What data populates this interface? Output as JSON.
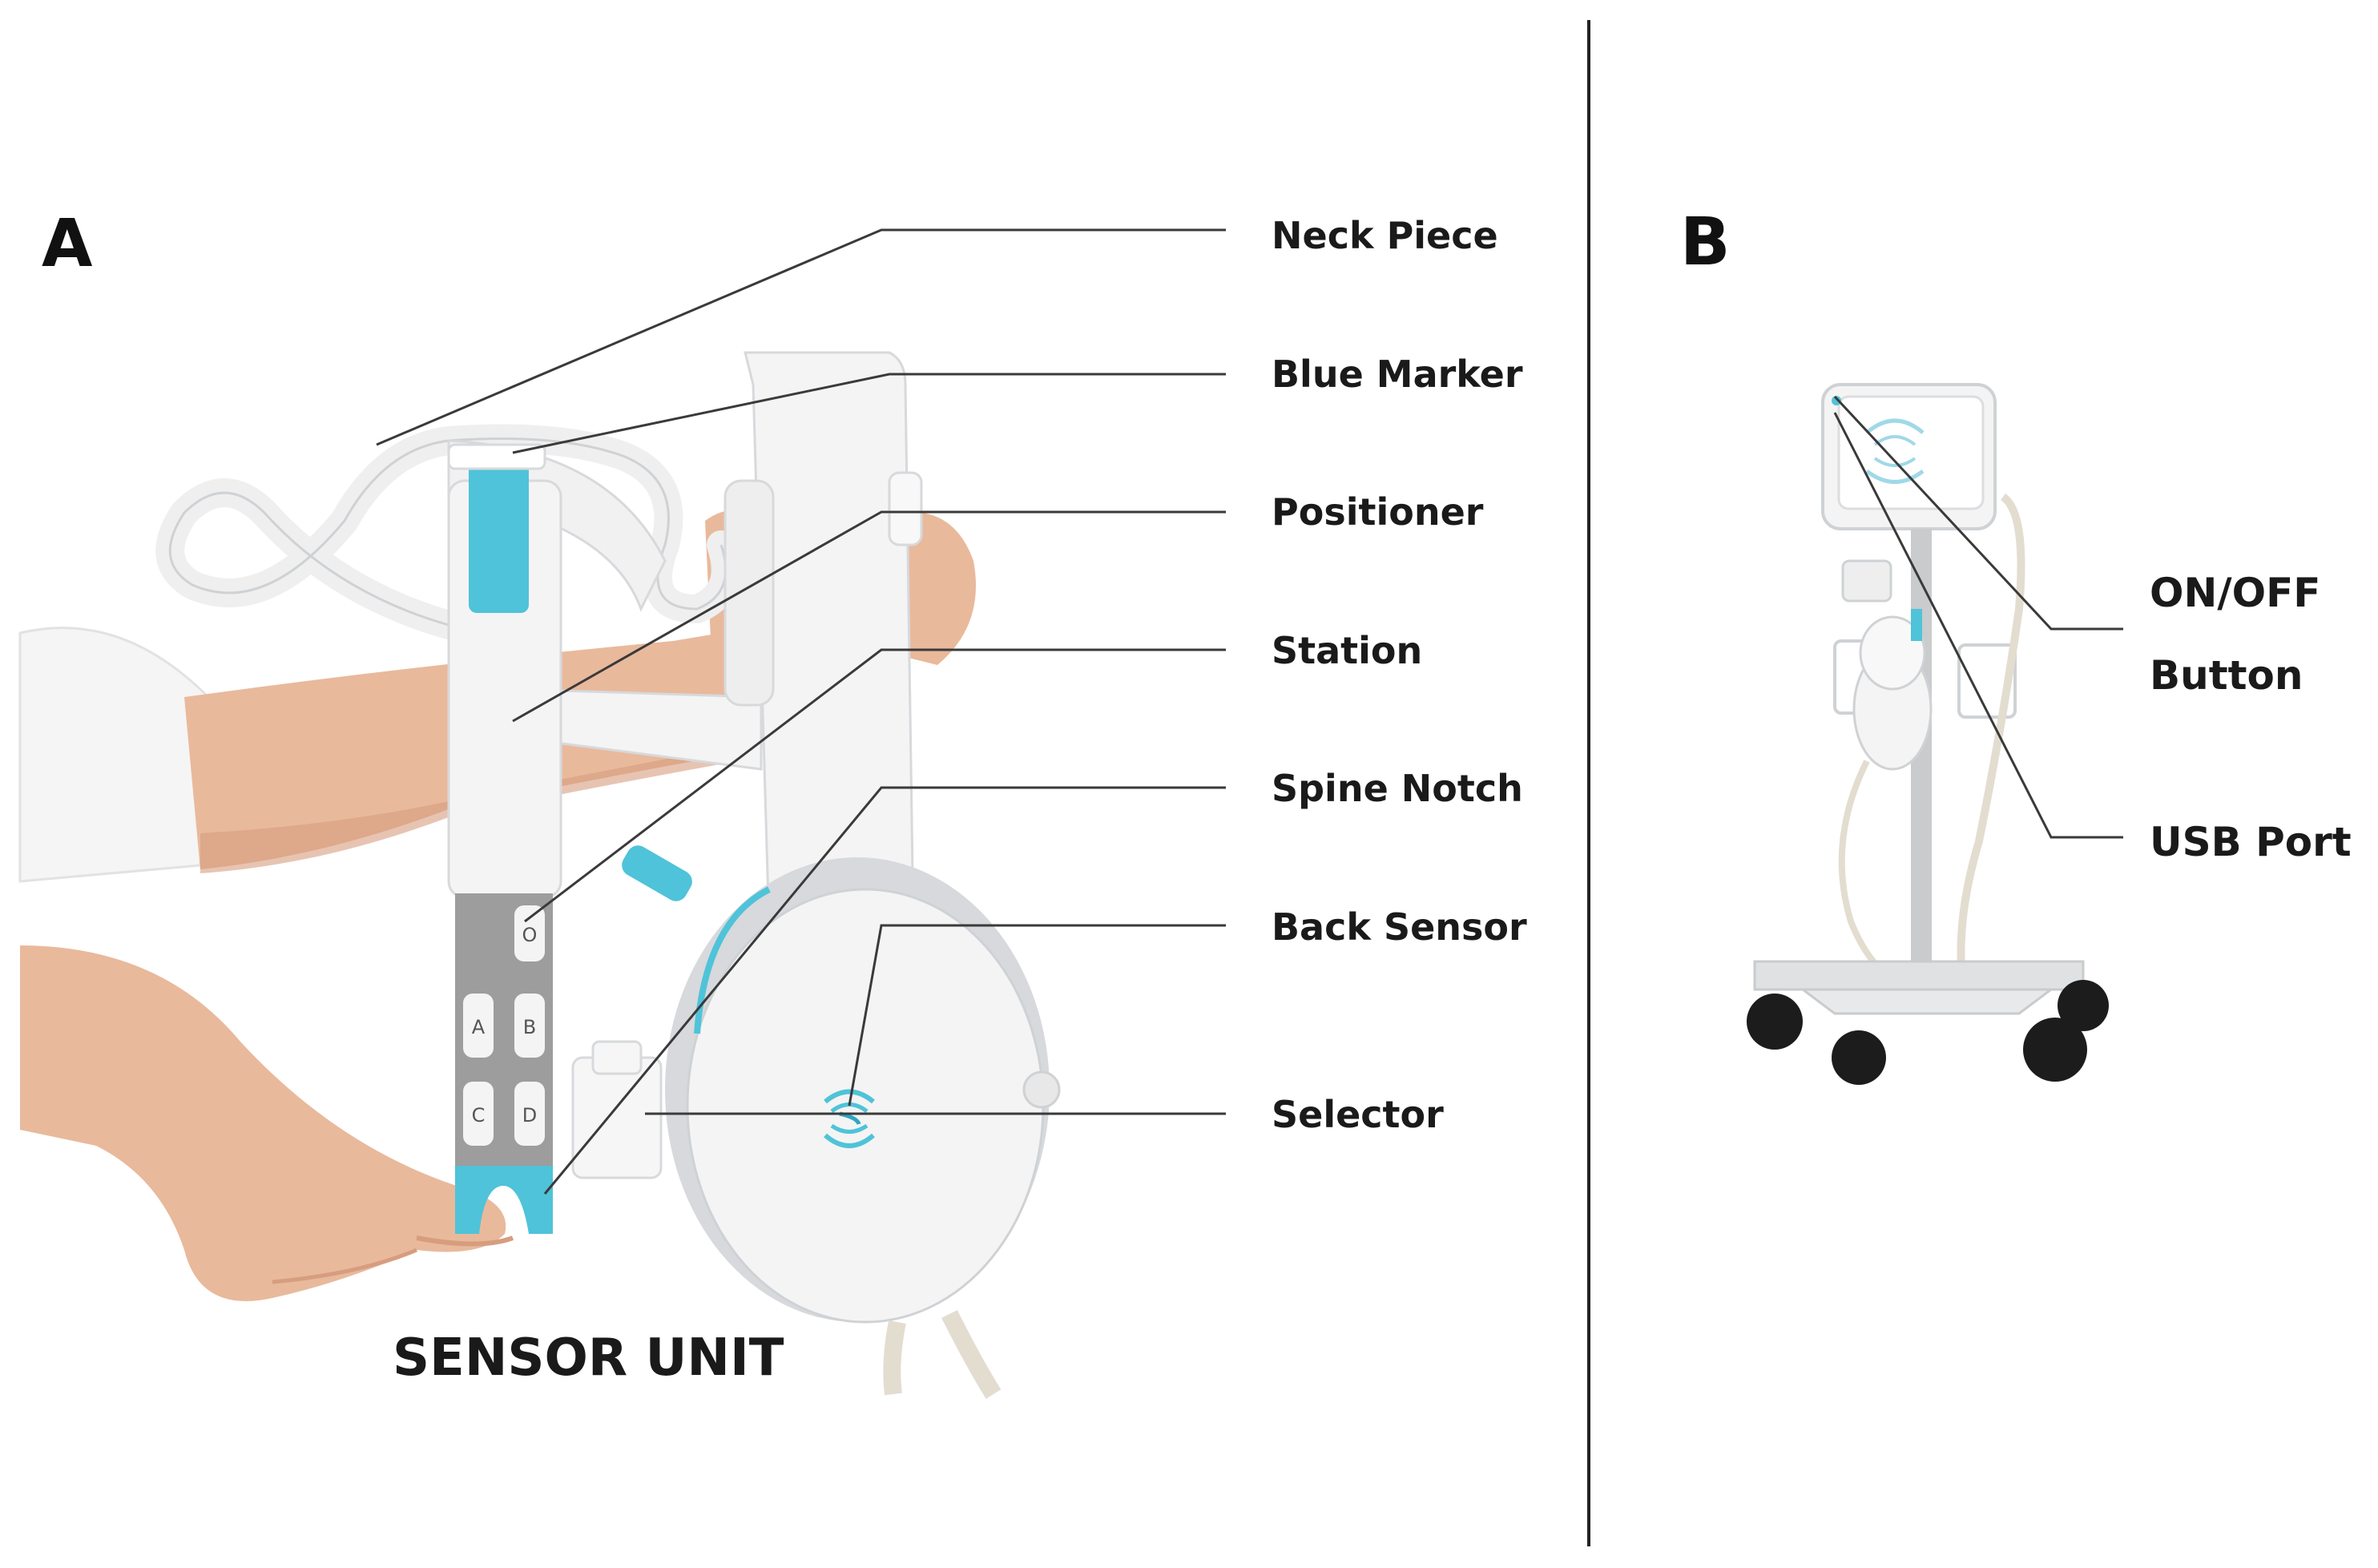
{
  "panels": {
    "a": {
      "letter": "A",
      "unit_title": "SENSOR UNIT"
    },
    "b": {
      "letter": "B"
    }
  },
  "callouts_a": [
    {
      "key": "neck_piece",
      "label": "Neck Piece"
    },
    {
      "key": "blue_marker",
      "label": "Blue Marker"
    },
    {
      "key": "positioner",
      "label": "Positioner"
    },
    {
      "key": "station",
      "label": "Station"
    },
    {
      "key": "spine_notch",
      "label": "Spine Notch"
    },
    {
      "key": "back_sensor",
      "label": "Back Sensor"
    },
    {
      "key": "selector",
      "label": "Selector"
    }
  ],
  "callouts_b": {
    "on_off_line1": "ON/OFF",
    "on_off_line2": "Button",
    "usb_port": "USB Port"
  },
  "station_keys": [
    "O",
    "A",
    "B",
    "C",
    "D"
  ],
  "colors": {
    "accent_blue": "#4fc3d9",
    "device_white": "#f2f3f4",
    "device_shadow": "#d7d9dc",
    "plate_gray": "#9d9d9d",
    "skin": "#e9b99c",
    "skin_shadow": "#d79d7f",
    "sleeve": "#f7f7f7",
    "cable": "#e3ddd0",
    "wheel": "#1c1c1c",
    "pole": "#c9cbcd",
    "leader_line": "#3a3a3a"
  },
  "icons": {
    "sensor_logo": "swirl-s-icon",
    "screen_logo": "swirl-s-icon"
  }
}
